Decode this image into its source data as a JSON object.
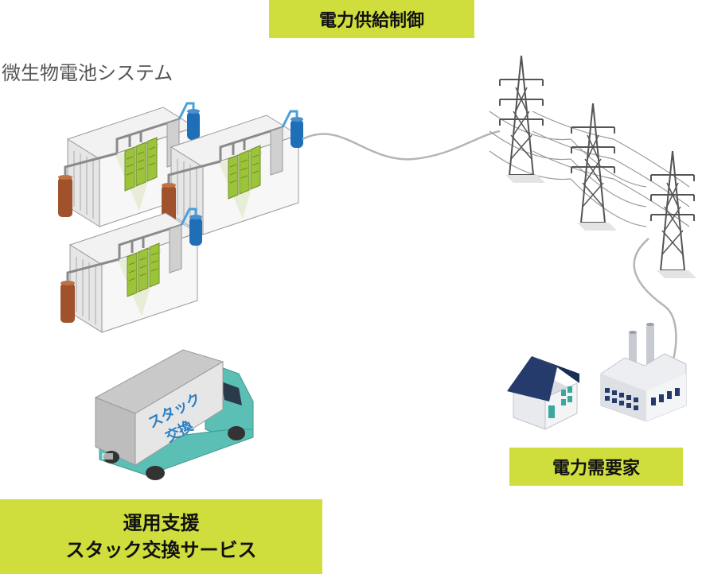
{
  "labels": {
    "power_control": "電力供給制御",
    "system_title": "微生物電池システム",
    "consumer": "電力需要家",
    "support_line1": "運用支援",
    "support_line2": "スタック交換サービス",
    "truck_line1": "スタック",
    "truck_line2": "交換"
  },
  "colors": {
    "label_bg": "#cfde3c",
    "stack_green": "#9cc43a",
    "tank_blue": "#1f6fb8",
    "tank_brown": "#a0522d",
    "truck_teal": "#5bbfb5",
    "house_roof": "#243b6b"
  },
  "icons": [
    "battery-module-icon",
    "transmission-tower-icon",
    "house-icon",
    "factory-icon",
    "truck-icon"
  ]
}
